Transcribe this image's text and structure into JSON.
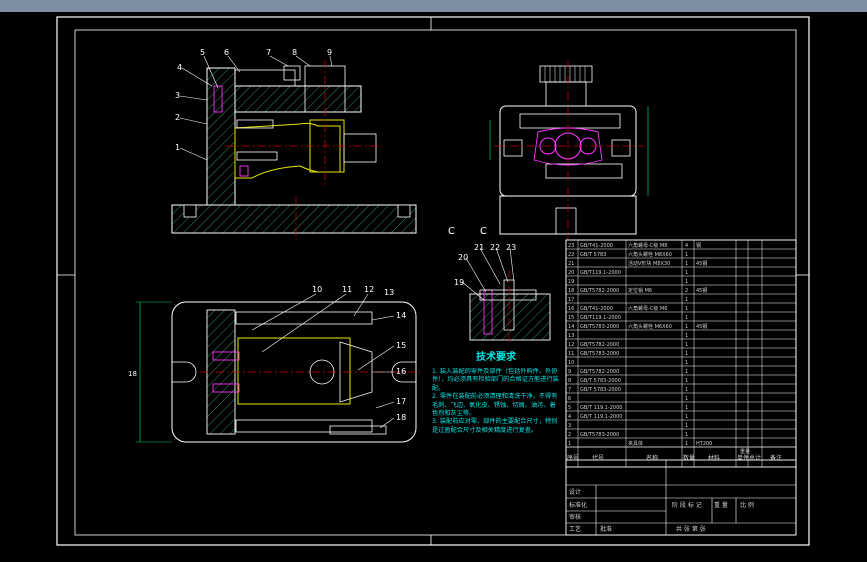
{
  "colors": {
    "background": "#7f8fa3",
    "canvas": "#000000",
    "outline": "#ffffff",
    "hatch": "#2e8b57",
    "callout": "#e6e600",
    "centerline": "#d40000",
    "dimension": "#00cc66",
    "highlight": "#ff33ff",
    "notes_text": "#00e5e5",
    "table_text": "#d0d0d0"
  },
  "front_view": {
    "callouts": [
      "1",
      "2",
      "3",
      "4",
      "5",
      "6",
      "7",
      "8",
      "9"
    ]
  },
  "plan_view": {
    "callouts": [
      "10",
      "11",
      "12",
      "13",
      "14",
      "15",
      "16",
      "17",
      "18"
    ],
    "dimension": "18"
  },
  "section_view": {
    "labels": [
      "C",
      "C"
    ],
    "callouts": [
      "19",
      "20",
      "21",
      "22",
      "23"
    ]
  },
  "technical_requirements": {
    "title": "技术要求",
    "items": [
      "1. 装入装配的零件及部件（包括外购件、外协件），均必须具有检验部门的合格证方能进行装配。",
      "2. 零件在装配前必须清理和清洗干净，不得有毛刺、飞边、氧化皮、锈蚀、切屑、油污、着色剂和灰尘等。",
      "3. 装配前应对零、部件的主要配合尺寸，特别是过盈配合尺寸及相关精度进行复查。"
    ]
  },
  "parts_table": {
    "header": {
      "no": "序号",
      "code": "代号",
      "name": "名称",
      "qty": "数量",
      "material": "材料",
      "unit_weight": "单件",
      "total_weight": "总计",
      "weight": "重量",
      "remark": "备注"
    },
    "rows": [
      {
        "no": "23",
        "code": "GB/T41-2000",
        "name": "六角螺母-C级 M8",
        "qty": "4",
        "material": "钢",
        "remark": ""
      },
      {
        "no": "22",
        "code": "GB/T 5783",
        "name": "六角头螺栓 M8X60",
        "qty": "1",
        "material": "",
        "remark": ""
      },
      {
        "no": "21",
        "code": "",
        "name": "活动V形块 M8X30",
        "qty": "1",
        "material": "45钢",
        "remark": ""
      },
      {
        "no": "20",
        "code": "GB/T119.1-2000",
        "name": "",
        "qty": "1",
        "material": "",
        "remark": ""
      },
      {
        "no": "19",
        "code": "",
        "name": "",
        "qty": "1",
        "material": "",
        "remark": ""
      },
      {
        "no": "18",
        "code": "GB/T5782-2000",
        "name": "定位销 M6",
        "qty": "2",
        "material": "45钢",
        "remark": ""
      },
      {
        "no": "17",
        "code": "",
        "name": "",
        "qty": "1",
        "material": "",
        "remark": ""
      },
      {
        "no": "16",
        "code": "GB/T41-2000",
        "name": "六角螺母-C级 M6",
        "qty": "1",
        "material": "",
        "remark": ""
      },
      {
        "no": "15",
        "code": "GB/T119.1-2000",
        "name": "",
        "qty": "1",
        "material": "",
        "remark": ""
      },
      {
        "no": "14",
        "code": "GB/T5783-2000",
        "name": "六角头螺栓 M6X60",
        "qty": "1",
        "material": "45钢",
        "remark": ""
      },
      {
        "no": "13",
        "code": "",
        "name": "",
        "qty": "1",
        "material": "",
        "remark": ""
      },
      {
        "no": "12",
        "code": "GB/T5782-2000",
        "name": "",
        "qty": "1",
        "material": "",
        "remark": ""
      },
      {
        "no": "11",
        "code": "GB/T5783-2000",
        "name": "",
        "qty": "1",
        "material": "",
        "remark": ""
      },
      {
        "no": "10",
        "code": "",
        "name": "",
        "qty": "1",
        "material": "",
        "remark": ""
      },
      {
        "no": "9",
        "code": "GB/T5782-2000",
        "name": "",
        "qty": "1",
        "material": "",
        "remark": ""
      },
      {
        "no": "8",
        "code": "GB/T 5783-2000",
        "name": "",
        "qty": "1",
        "material": "",
        "remark": ""
      },
      {
        "no": "7",
        "code": "GB/T 5783-2000",
        "name": "",
        "qty": "1",
        "material": "",
        "remark": ""
      },
      {
        "no": "6",
        "code": "",
        "name": "",
        "qty": "1",
        "material": "",
        "remark": ""
      },
      {
        "no": "5",
        "code": "GB/T 119.1-2000",
        "name": "",
        "qty": "1",
        "material": "",
        "remark": ""
      },
      {
        "no": "4",
        "code": "GB/T 119.1-2000",
        "name": "",
        "qty": "1",
        "material": "",
        "remark": ""
      },
      {
        "no": "3",
        "code": "",
        "name": "",
        "qty": "1",
        "material": "",
        "remark": ""
      },
      {
        "no": "2",
        "code": "GB/T5783-2000",
        "name": "",
        "qty": "1",
        "material": "",
        "remark": ""
      },
      {
        "no": "1",
        "code": "",
        "name": "夹具体",
        "qty": "1",
        "material": "HT200",
        "remark": ""
      }
    ]
  },
  "title_block": {
    "labels": [
      "设计",
      "标准化",
      "审核",
      "工艺",
      "批准"
    ],
    "stage_marks": "阶 段 标 记",
    "weight_label": "重 量",
    "scale_label": "比 例",
    "sheet_label": "共  张  第  张"
  }
}
